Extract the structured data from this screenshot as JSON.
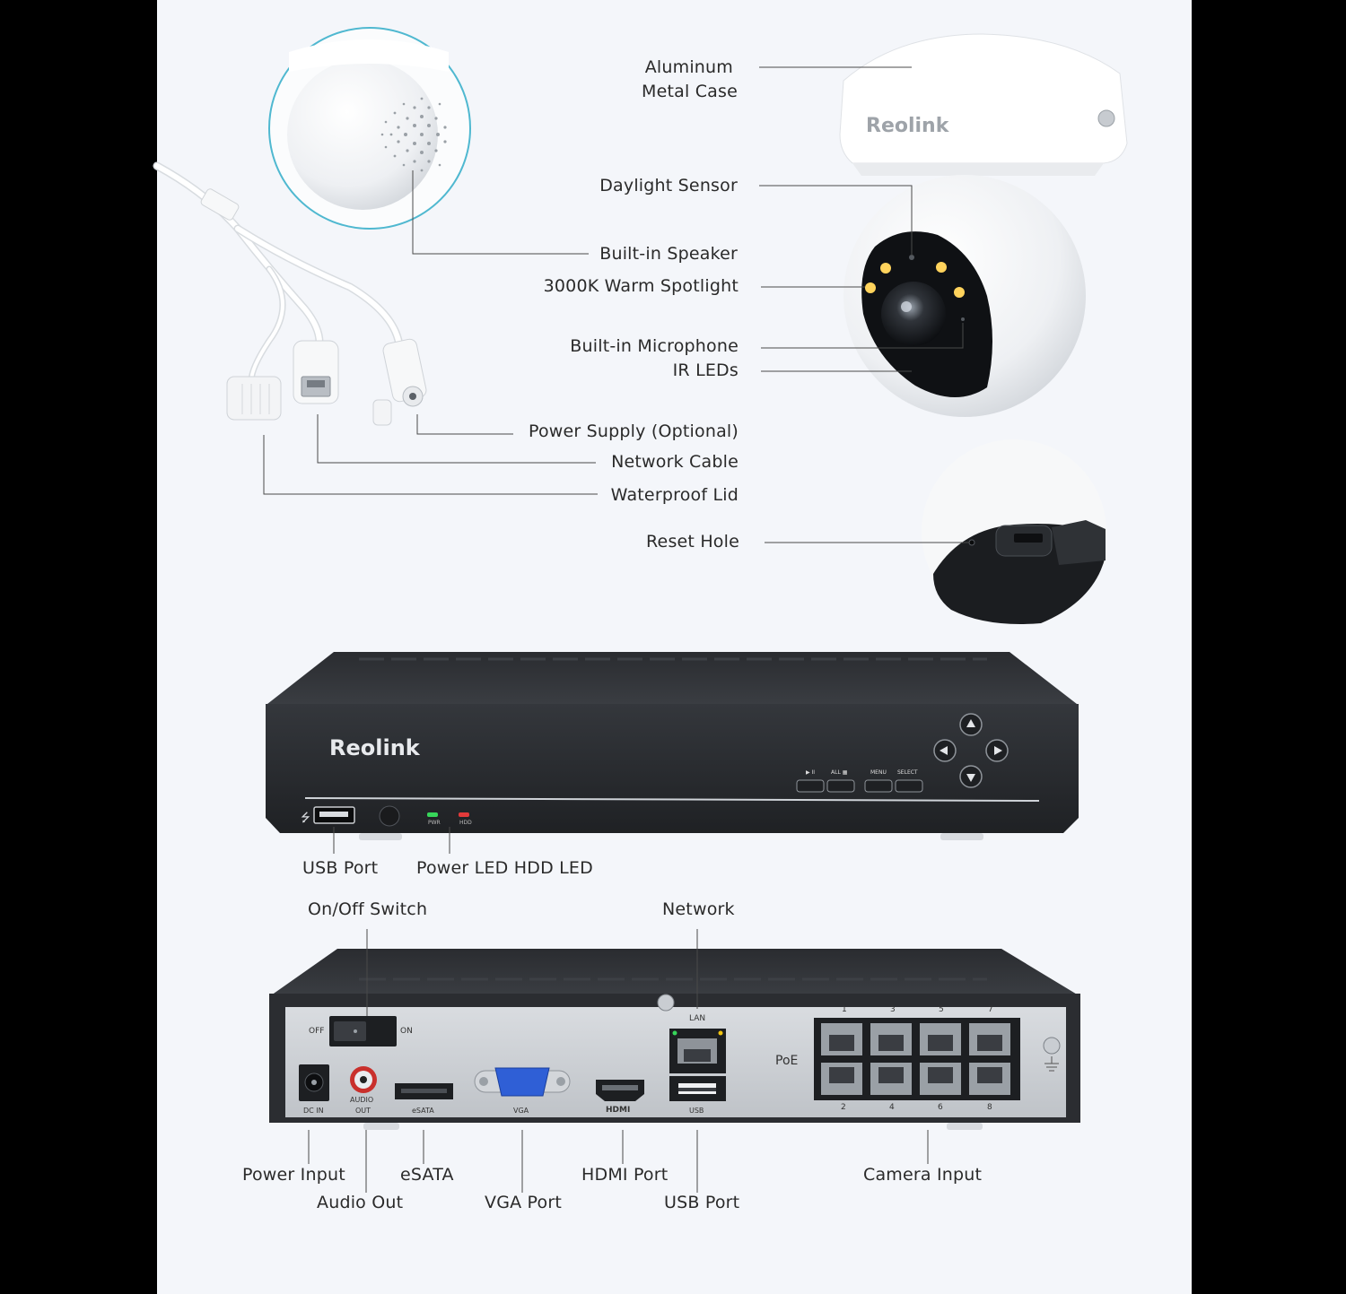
{
  "camera": {
    "brand": "Reolink",
    "callouts": {
      "aluminum_case_line1": "Aluminum",
      "aluminum_case_line2": "Metal Case",
      "daylight_sensor": "Daylight Sensor",
      "built_in_speaker": "Built-in Speaker",
      "warm_spotlight": "3000K Warm Spotlight",
      "built_in_microphone": "Built-in Microphone",
      "ir_leds": "IR LEDs",
      "power_supply": "Power Supply (Optional)",
      "network_cable": "Network Cable",
      "waterproof_lid": "Waterproof Lid",
      "reset_hole": "Reset Hole"
    }
  },
  "nvr_front": {
    "brand": "Reolink",
    "led_pwr": "PWR",
    "led_hdd": "HDD",
    "btn_play": "▶ II",
    "btn_all": "ALL ▦",
    "btn_menu": "MENU",
    "btn_select": "SELECT",
    "usb_port_label": "USB Port",
    "led_label": "Power LED HDD LED"
  },
  "nvr_back": {
    "on_off_switch": "On/Off Switch",
    "network": "Network",
    "off": "OFF",
    "on": "ON",
    "lan": "LAN",
    "poe": "PoE",
    "dc_in": "DC IN",
    "audio_out_1": "AUDIO",
    "audio_out_2": "OUT",
    "esata_small": "eSATA",
    "vga_small": "VGA",
    "hdmi_small": "HDMI",
    "usb_small": "USB",
    "port_numbers_top": [
      "1",
      "3",
      "5",
      "7"
    ],
    "port_numbers_bottom": [
      "2",
      "4",
      "6",
      "8"
    ],
    "power_input": "Power Input",
    "audio_out": "Audio Out",
    "esata": "eSATA",
    "vga_port": "VGA Port",
    "hdmi_port": "HDMI Port",
    "usb_port": "USB Port",
    "camera_input": "Camera Input"
  },
  "colors": {
    "background": "#f4f6fa",
    "frame": "#000000",
    "nvr_body": "#2b2d31",
    "led_power": "#37d65a",
    "led_hdd": "#e23a3a",
    "speaker_ring": "#4fb8d0",
    "spotlight": "#ffd35c",
    "vga_blue": "#2f5fd6"
  }
}
